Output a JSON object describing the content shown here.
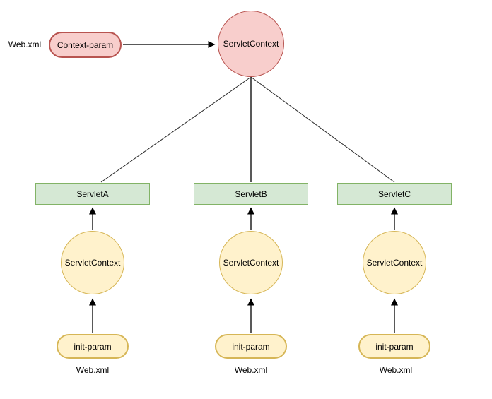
{
  "source": {
    "file_label": "Web.xml",
    "param_label": "Context-param"
  },
  "root": {
    "label": "ServletContext"
  },
  "columns": [
    {
      "servlet_label": "ServletA",
      "context_label": "ServletContext",
      "param_label": "init-param",
      "file_label": "Web.xml"
    },
    {
      "servlet_label": "ServletB",
      "context_label": "ServletContext",
      "param_label": "init-param",
      "file_label": "Web.xml"
    },
    {
      "servlet_label": "ServletC",
      "context_label": "ServletContext",
      "param_label": "init-param",
      "file_label": "Web.xml"
    }
  ],
  "colors": {
    "pink_fill": "#f8cecc",
    "pink_stroke": "#b85450",
    "green_fill": "#d5e8d4",
    "green_stroke": "#82b366",
    "yellow_fill": "#fff2cc",
    "yellow_stroke": "#d6b656",
    "edge": "#595959",
    "thin_edge": "#2b2b2b",
    "arrowhead": "#000000"
  }
}
